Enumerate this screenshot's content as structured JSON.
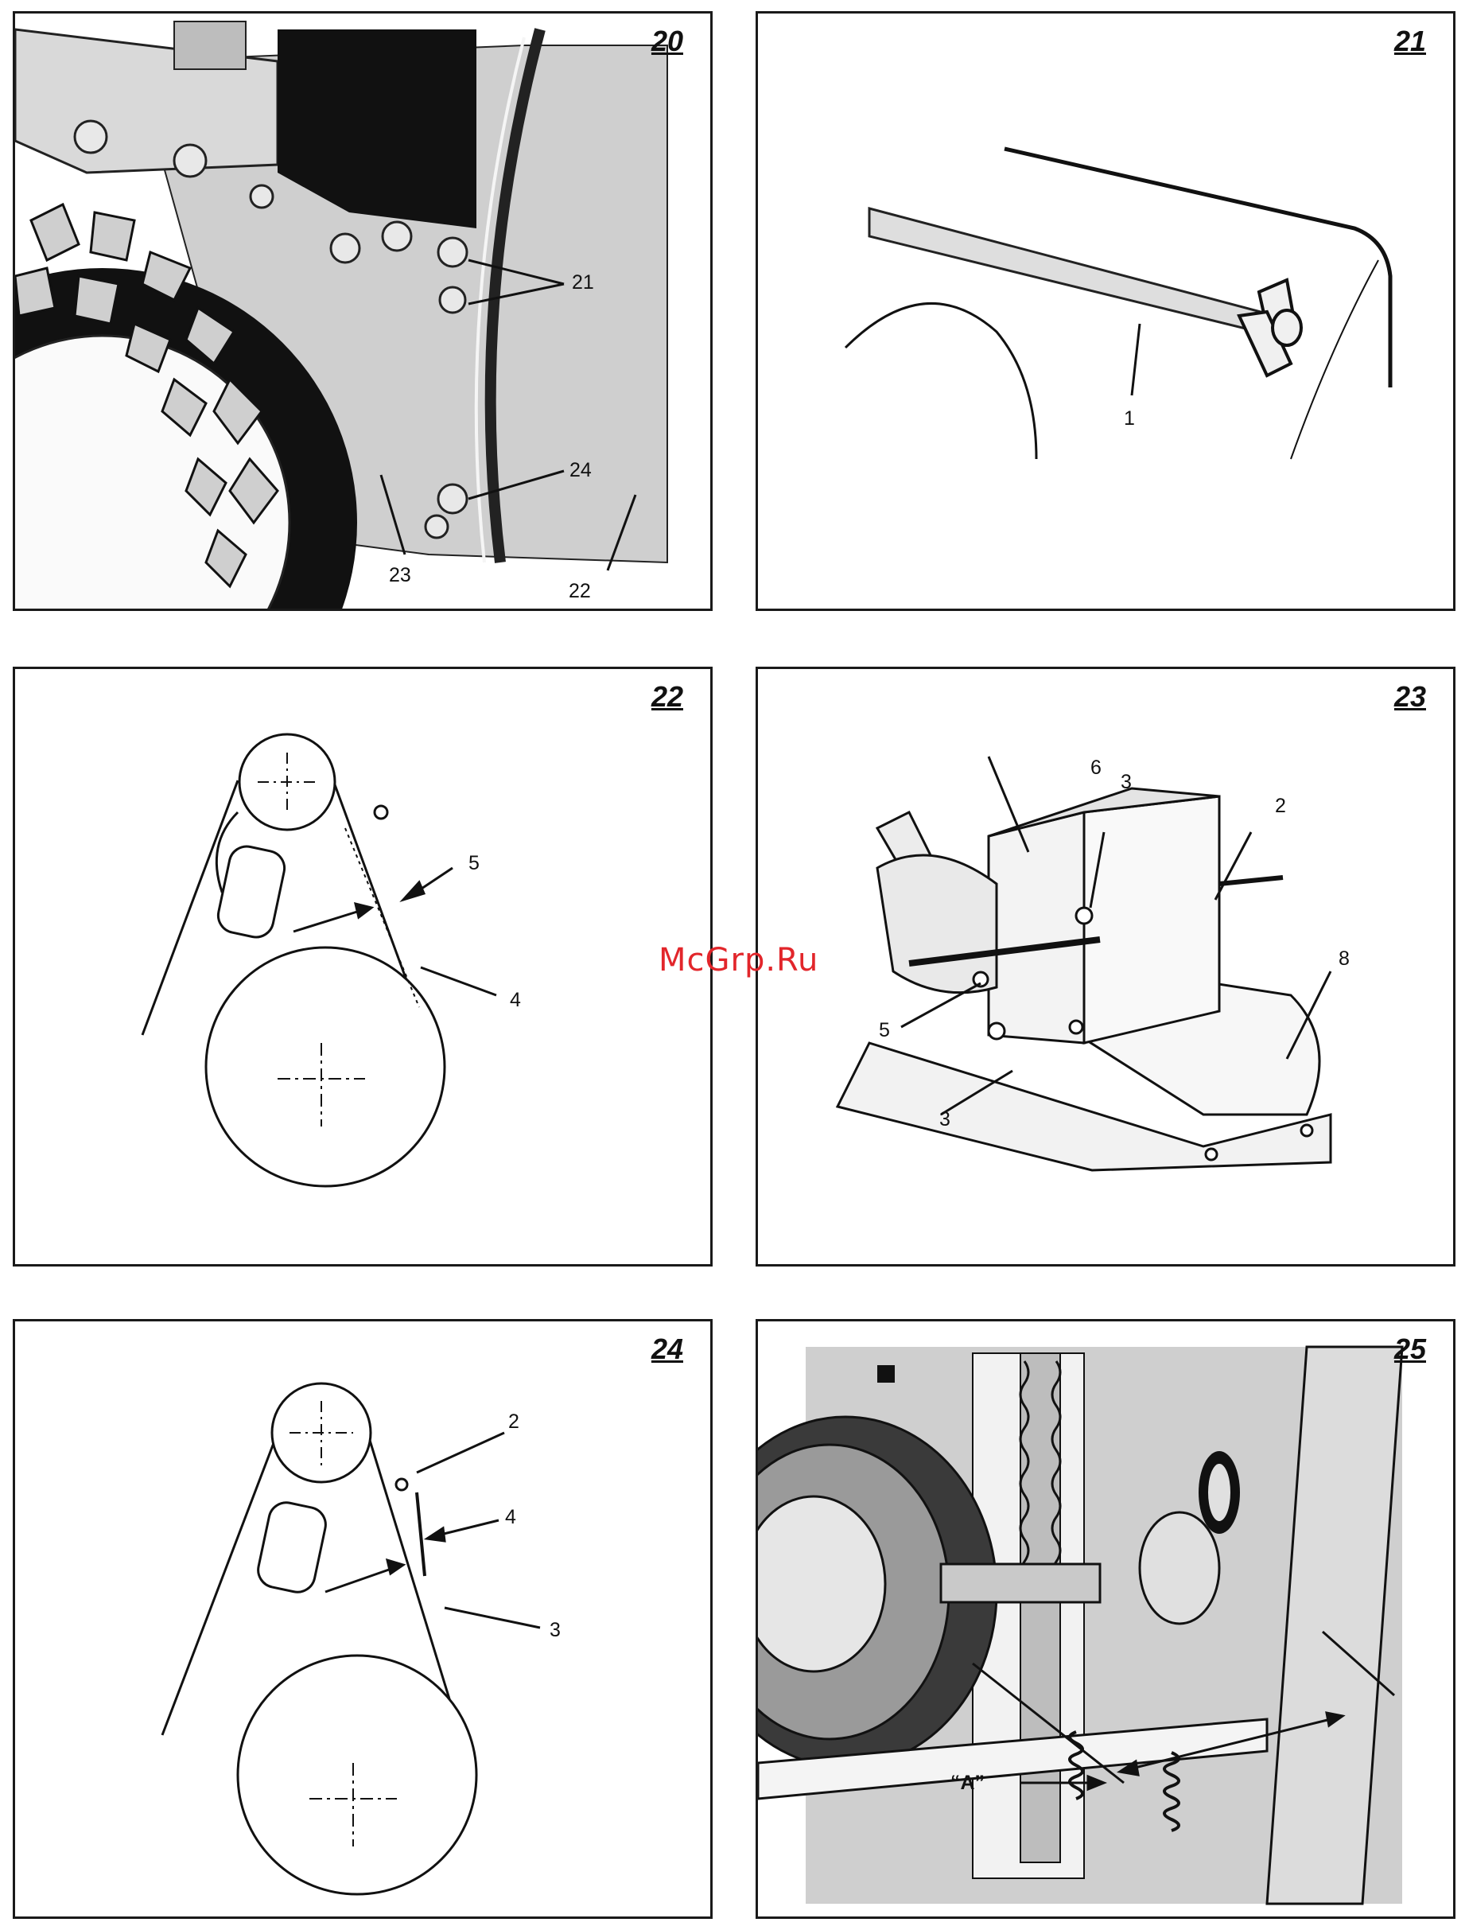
{
  "watermark": "McGrp.Ru",
  "figures": [
    {
      "number": "20",
      "labels": [
        "21",
        "24",
        "23",
        "22"
      ]
    },
    {
      "number": "21",
      "labels": [
        "1"
      ]
    },
    {
      "number": "22",
      "labels": [
        "5",
        "4"
      ]
    },
    {
      "number": "23",
      "labels": [
        "6",
        "3",
        "2",
        "8",
        "5",
        "3"
      ]
    },
    {
      "number": "24",
      "labels": [
        "2",
        "4",
        "3"
      ]
    },
    {
      "number": "25",
      "labels": [
        "“A”"
      ]
    }
  ]
}
